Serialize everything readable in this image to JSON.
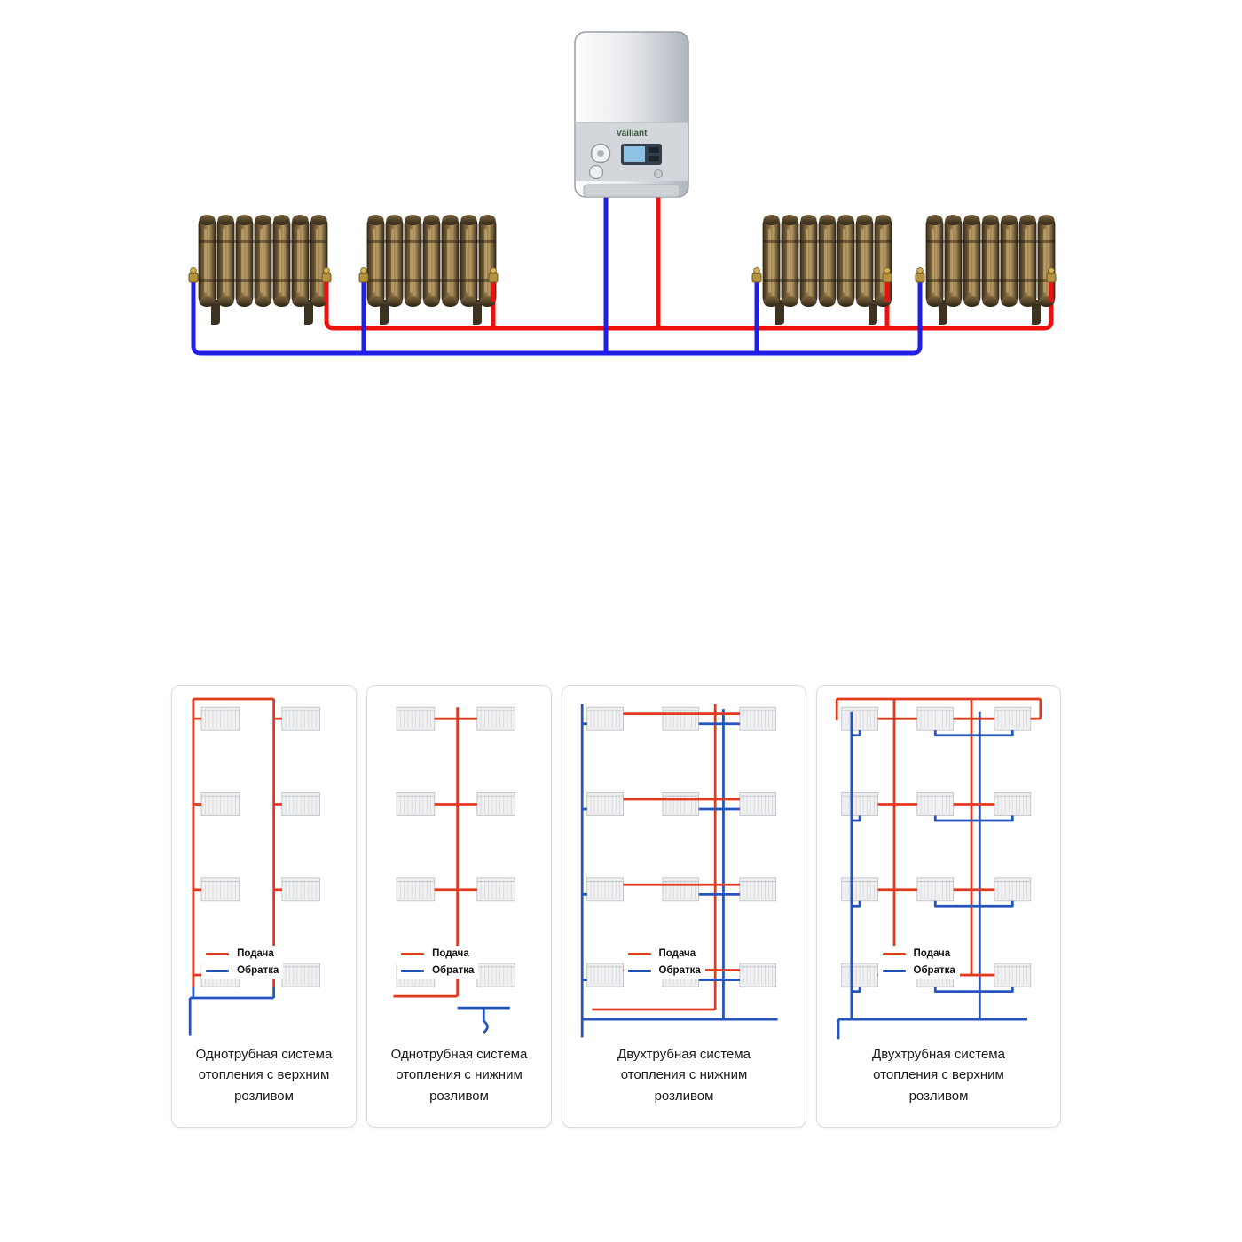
{
  "colors": {
    "supply": "#e23a1e",
    "return": "#2553c0",
    "pipe_red": "#ee0f0f",
    "pipe_blue": "#1f1fe8"
  },
  "boiler": {
    "brand": "Vaillant"
  },
  "legend": {
    "supply": "Подача",
    "return": "Обратка"
  },
  "panels": [
    {
      "type": "one-pipe-top",
      "caption": "Однотрубная система отопления с верхним розливом"
    },
    {
      "type": "one-pipe-bottom",
      "caption": "Однотрубная система отопления с нижним розливом"
    },
    {
      "type": "two-pipe-bottom",
      "caption": "Двухтрубная система отопления с нижним розливом"
    },
    {
      "type": "two-pipe-top",
      "caption": "Двухтрубная система отопления с верхним розливом"
    }
  ]
}
